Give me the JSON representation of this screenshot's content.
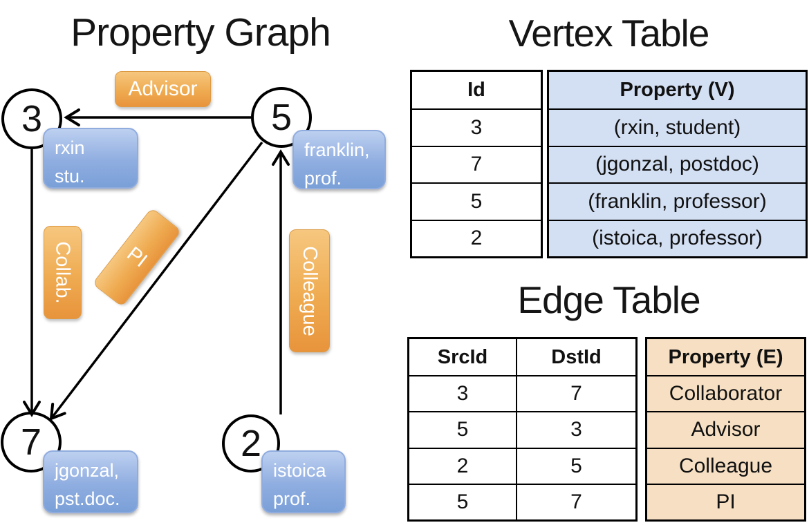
{
  "colors": {
    "edge_label_orange_top": "#f6c77f",
    "edge_label_orange_bottom": "#e8943c",
    "vertex_box_blue_top": "#bdd0f0",
    "vertex_box_blue_bottom": "#7aa0d8",
    "vertex_table_fill": "#d3dff3",
    "edge_table_fill": "#f6dfc2",
    "line_color": "#000000"
  },
  "graph": {
    "title": "Property Graph",
    "nodes": {
      "n3": "3",
      "n5": "5",
      "n7": "7",
      "n2": "2"
    },
    "vertex_boxes": {
      "rxin": {
        "line1": "rxin",
        "line2": "stu."
      },
      "franklin": {
        "line1": "franklin,",
        "line2": "prof."
      },
      "jgonzal": {
        "line1": "jgonzal,",
        "line2": "pst.doc."
      },
      "istoica": {
        "line1": "istoica",
        "line2": "prof."
      }
    },
    "edge_labels": {
      "advisor": "Advisor",
      "collab": "Collab.",
      "pi": "PI",
      "colleague": "Colleague"
    }
  },
  "vertex_table": {
    "title": "Vertex Table",
    "headers": {
      "id": "Id",
      "property": "Property (V)"
    },
    "rows": [
      {
        "id": "3",
        "property": "(rxin, student)"
      },
      {
        "id": "7",
        "property": "(jgonzal, postdoc)"
      },
      {
        "id": "5",
        "property": "(franklin, professor)"
      },
      {
        "id": "2",
        "property": "(istoica, professor)"
      }
    ]
  },
  "edge_table": {
    "title": "Edge Table",
    "headers": {
      "src": "SrcId",
      "dst": "DstId",
      "property": "Property (E)"
    },
    "rows": [
      {
        "src": "3",
        "dst": "7",
        "property": "Collaborator"
      },
      {
        "src": "5",
        "dst": "3",
        "property": "Advisor"
      },
      {
        "src": "2",
        "dst": "5",
        "property": "Colleague"
      },
      {
        "src": "5",
        "dst": "7",
        "property": "PI"
      }
    ]
  }
}
